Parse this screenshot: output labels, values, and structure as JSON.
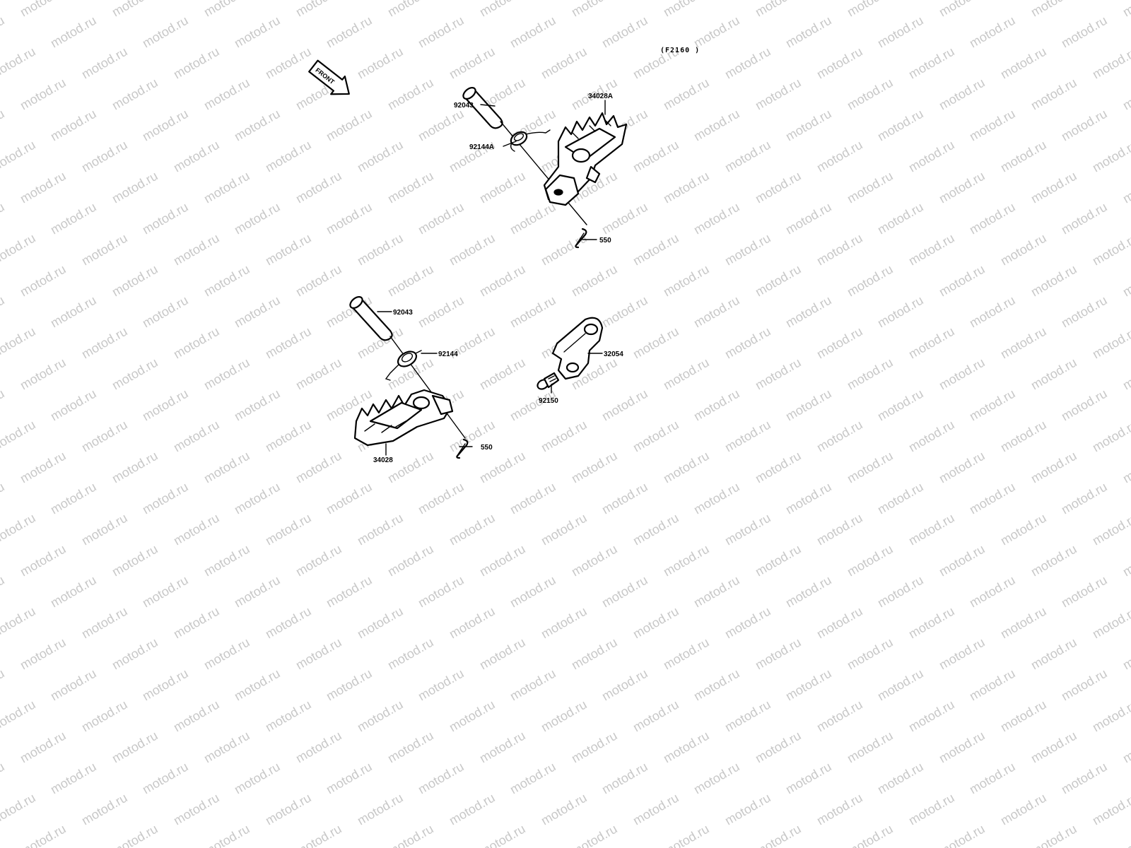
{
  "diagram": {
    "code": "(F2160 )",
    "front_arrow_label": "FRONT",
    "watermark_text": "motod.ru",
    "labels": {
      "p92043_top": "92043",
      "p92144A": "92144A",
      "p34028A": "34028A",
      "p550_top": "550",
      "p92043_bottom": "92043",
      "p92144": "92144",
      "p32054": "32054",
      "p92150": "92150",
      "p550_bottom": "550",
      "p34028": "34028"
    }
  }
}
